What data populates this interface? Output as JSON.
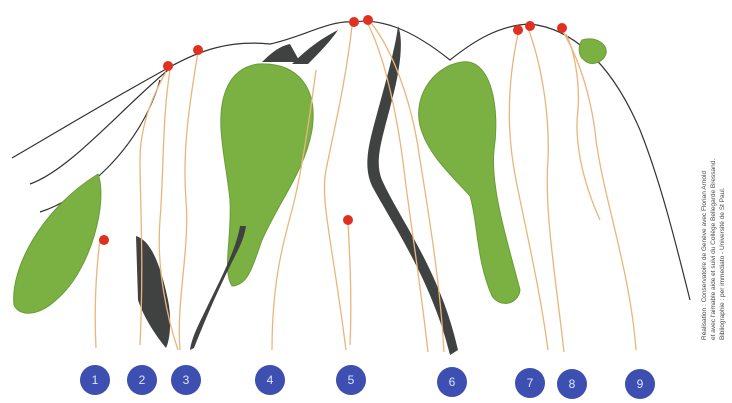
{
  "diagram": {
    "markers": [
      {
        "label": "1"
      },
      {
        "label": "2"
      },
      {
        "label": "3"
      },
      {
        "label": "4"
      },
      {
        "label": "5"
      },
      {
        "label": "6"
      },
      {
        "label": "7"
      },
      {
        "label": "8"
      },
      {
        "label": "9"
      }
    ],
    "caption_lines": [
      "Réalisation : Conservatoire de Genève avec Florian Arnold",
      "et avec l'aimable aide et suivi du Collège Bellegarde Bressand.",
      "Bibliographie : per immediato - Université de St Paul."
    ],
    "colors": {
      "leaf": "#7bb043",
      "dark_shape": "#3f4240",
      "vein": "#eab57c",
      "dot": "#e0301f",
      "marker": "#3d4fb0",
      "outline": "#333333"
    }
  }
}
